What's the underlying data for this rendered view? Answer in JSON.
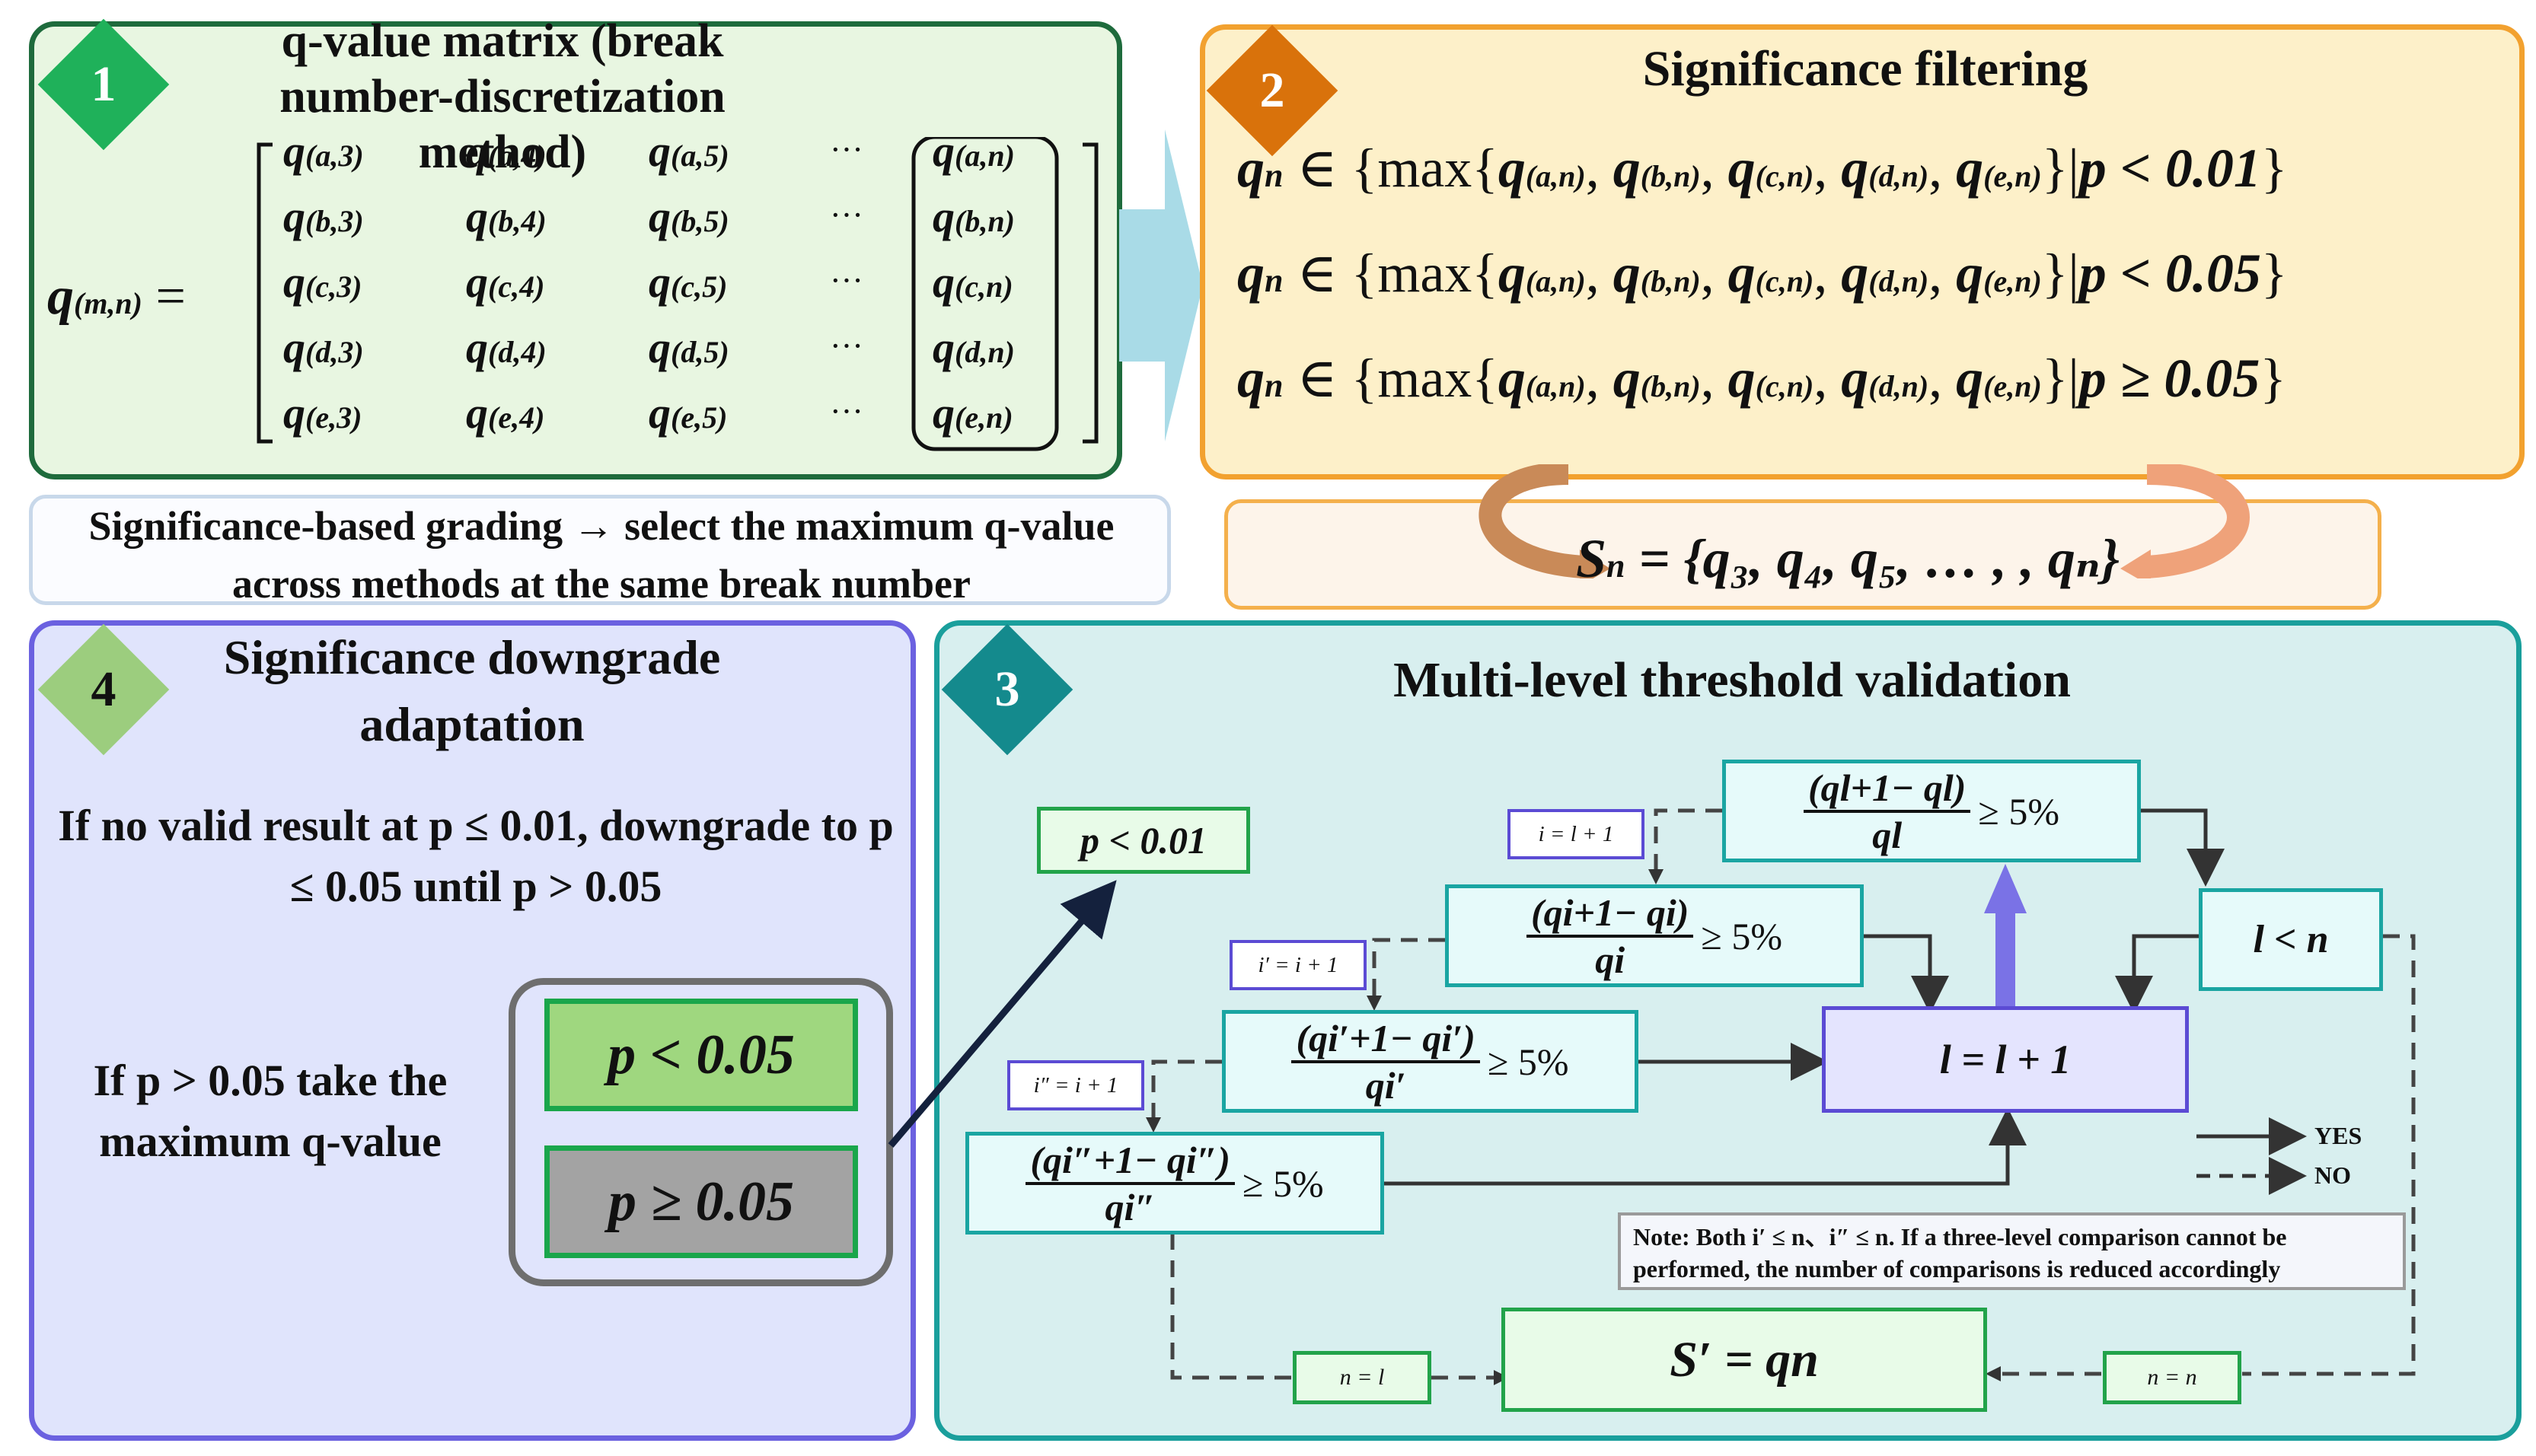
{
  "colors": {
    "panel1_border": "#1e6b3c",
    "panel1_fill": "#e8f6e1",
    "diamond1": "#1fb15a",
    "panel2_border": "#f2a12f",
    "panel2_fill": "#fdf0c9",
    "diamond2": "#d9720b",
    "panel3_border": "#1a9f9c",
    "panel3_fill": "#d8efef",
    "diamond3": "#148a8d",
    "panel4_border": "#6b61e0",
    "panel4_fill": "#e0e4fc",
    "diamond4": "#9ccd7e",
    "arrow_fill": "#a9dbe7",
    "loop_arrow": "#d09060"
  },
  "panel1": {
    "number": "1",
    "title": "q-value matrix (break number-discretization method)",
    "lhs": "q",
    "lhs_sub": "(m,n)",
    "rows": [
      [
        "(a,3)",
        "(a,4)",
        "(a,5)",
        "(a,n)"
      ],
      [
        "(b,3)",
        "(b,4)",
        "(b,5)",
        "(b,n)"
      ],
      [
        "(c,3)",
        "(c,4)",
        "(c,5)",
        "(c,n)"
      ],
      [
        "(d,3)",
        "(d,4)",
        "(d,5)",
        "(d,n)"
      ],
      [
        "(e,3)",
        "(e,4)",
        "(e,5)",
        "(e,n)"
      ]
    ],
    "ellipsis": "···"
  },
  "grading_note": "Significance-based grading → select the maximum q-value across methods at the same break number",
  "panel2": {
    "number": "2",
    "title": "Significance filtering",
    "lines": [
      {
        "cond": "p < 0.01"
      },
      {
        "cond": "p < 0.05"
      },
      {
        "cond": "p ≥ 0.05"
      }
    ],
    "set_lhs": "S",
    "set_sub": "n",
    "set_rhs": "= {q₃, q₄, q₅, … , , qₙ}"
  },
  "panel4": {
    "number": "4",
    "title": "Significance downgrade adaptation",
    "rule": "If no valid result at p ≤ 0.01, downgrade to p ≤ 0.05 until p > 0.05",
    "take_max": "If p > 0.05 take the maximum q-value",
    "btn_a": "p < 0.05",
    "btn_b": "p ≥ 0.05"
  },
  "panel3": {
    "number": "3",
    "title": "Multi-level threshold validation",
    "p001": "p < 0.01",
    "crit_l": {
      "num": "(ql+1− ql)",
      "den": "ql",
      "rhs": "≥ 5%"
    },
    "crit_i": {
      "num": "(qi+1− qi)",
      "den": "qi",
      "rhs": "≥ 5%"
    },
    "crit_ip": {
      "num": "(qi′+1− qi′)",
      "den": "qi′",
      "rhs": "≥ 5%"
    },
    "crit_ipp": {
      "num": "(qi″+1− qi″)",
      "den": "qi″",
      "rhs": "≥ 5%"
    },
    "assign_i": "i = l + 1",
    "assign_ip": "i′ = i + 1",
    "assign_ipp": "i″ = i + 1",
    "l_lt_n": "l < n",
    "l_inc": "l = l + 1",
    "legend_yes": "YES",
    "legend_no": "NO",
    "note": "Note: Both i′ ≤ n、i″ ≤ n. If a three-level comparison cannot be performed, the number of comparisons is reduced accordingly",
    "n_eq_l": "n = l",
    "n_eq_n": "n = n",
    "result": "S′ = qn"
  }
}
